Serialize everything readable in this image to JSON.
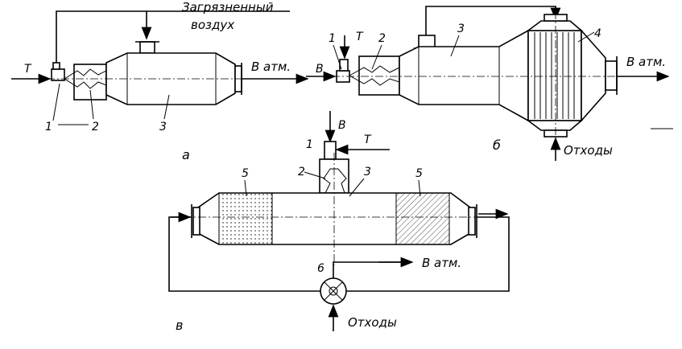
{
  "diagram_a": {
    "label_polluted_air": "Загрязненный",
    "label_polluted_air_2": "воздух",
    "label_fuel": "T",
    "label_out": "В атм.",
    "part_1": "1",
    "part_2": "2",
    "part_3": "3",
    "caption": "а"
  },
  "diagram_b": {
    "label_air": "В",
    "label_fuel": "T",
    "label_out": "В атм.",
    "label_waste": "Отходы",
    "part_1": "1",
    "part_2": "2",
    "part_3": "3",
    "part_4": "4",
    "caption": "б"
  },
  "diagram_c": {
    "label_air": "В",
    "label_fuel": "T",
    "label_out": "В атм.",
    "label_waste": "Отходы",
    "part_1": "1",
    "part_2": "2",
    "part_3": "3",
    "part_5_left": "5",
    "part_5_right": "5",
    "part_6": "6",
    "caption": "в"
  }
}
